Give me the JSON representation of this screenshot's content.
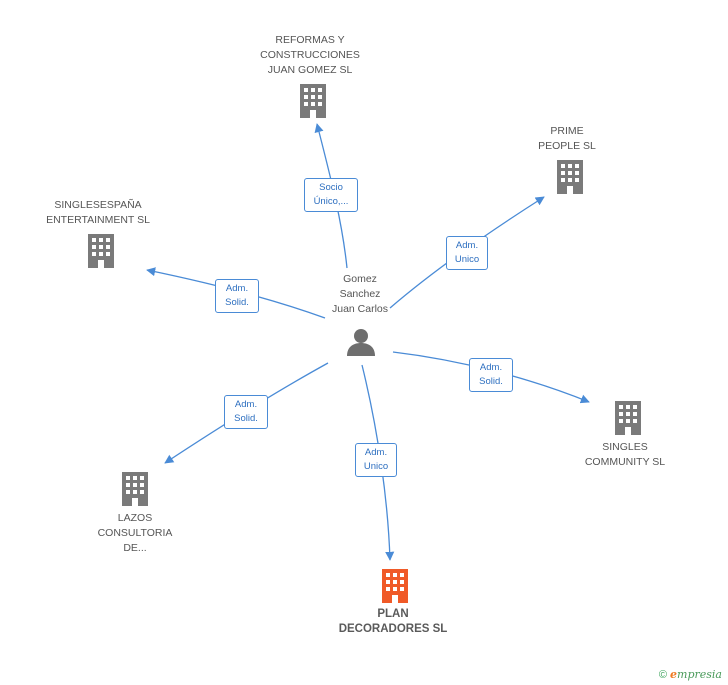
{
  "center": {
    "label_lines": [
      "Gomez",
      "Sanchez",
      "Juan Carlos"
    ]
  },
  "nodes": {
    "reformas": {
      "label_lines": [
        "REFORMAS Y",
        "CONSTRUCCIONES",
        "JUAN GOMEZ SL"
      ],
      "edge_lines": [
        "Socio",
        "Único,..."
      ]
    },
    "prime": {
      "label_lines": [
        "PRIME",
        "PEOPLE SL"
      ],
      "edge_lines": [
        "Adm.",
        "Unico"
      ]
    },
    "singlesesp": {
      "label_lines": [
        "SINGLESESPAÑA",
        "ENTERTAINMENT SL"
      ],
      "edge_lines": [
        "Adm.",
        "Solid."
      ]
    },
    "community": {
      "label_lines": [
        "SINGLES",
        "COMMUNITY SL"
      ],
      "edge_lines": [
        "Adm.",
        "Solid."
      ]
    },
    "lazos": {
      "label_lines": [
        "LAZOS",
        "CONSULTORIA",
        "DE..."
      ],
      "edge_lines": [
        "Adm.",
        "Solid."
      ]
    },
    "plan": {
      "label_lines": [
        "PLAN",
        "DECORADORES SL"
      ],
      "edge_lines": [
        "Adm.",
        "Unico"
      ]
    }
  },
  "colors": {
    "edge": "#4a8bd6",
    "building": "#7a7a7a",
    "building_main": "#f05a28",
    "person": "#6e6e6e"
  },
  "footer": {
    "copyright": "©",
    "brand_e": "e",
    "brand_rest": "mpresia"
  }
}
